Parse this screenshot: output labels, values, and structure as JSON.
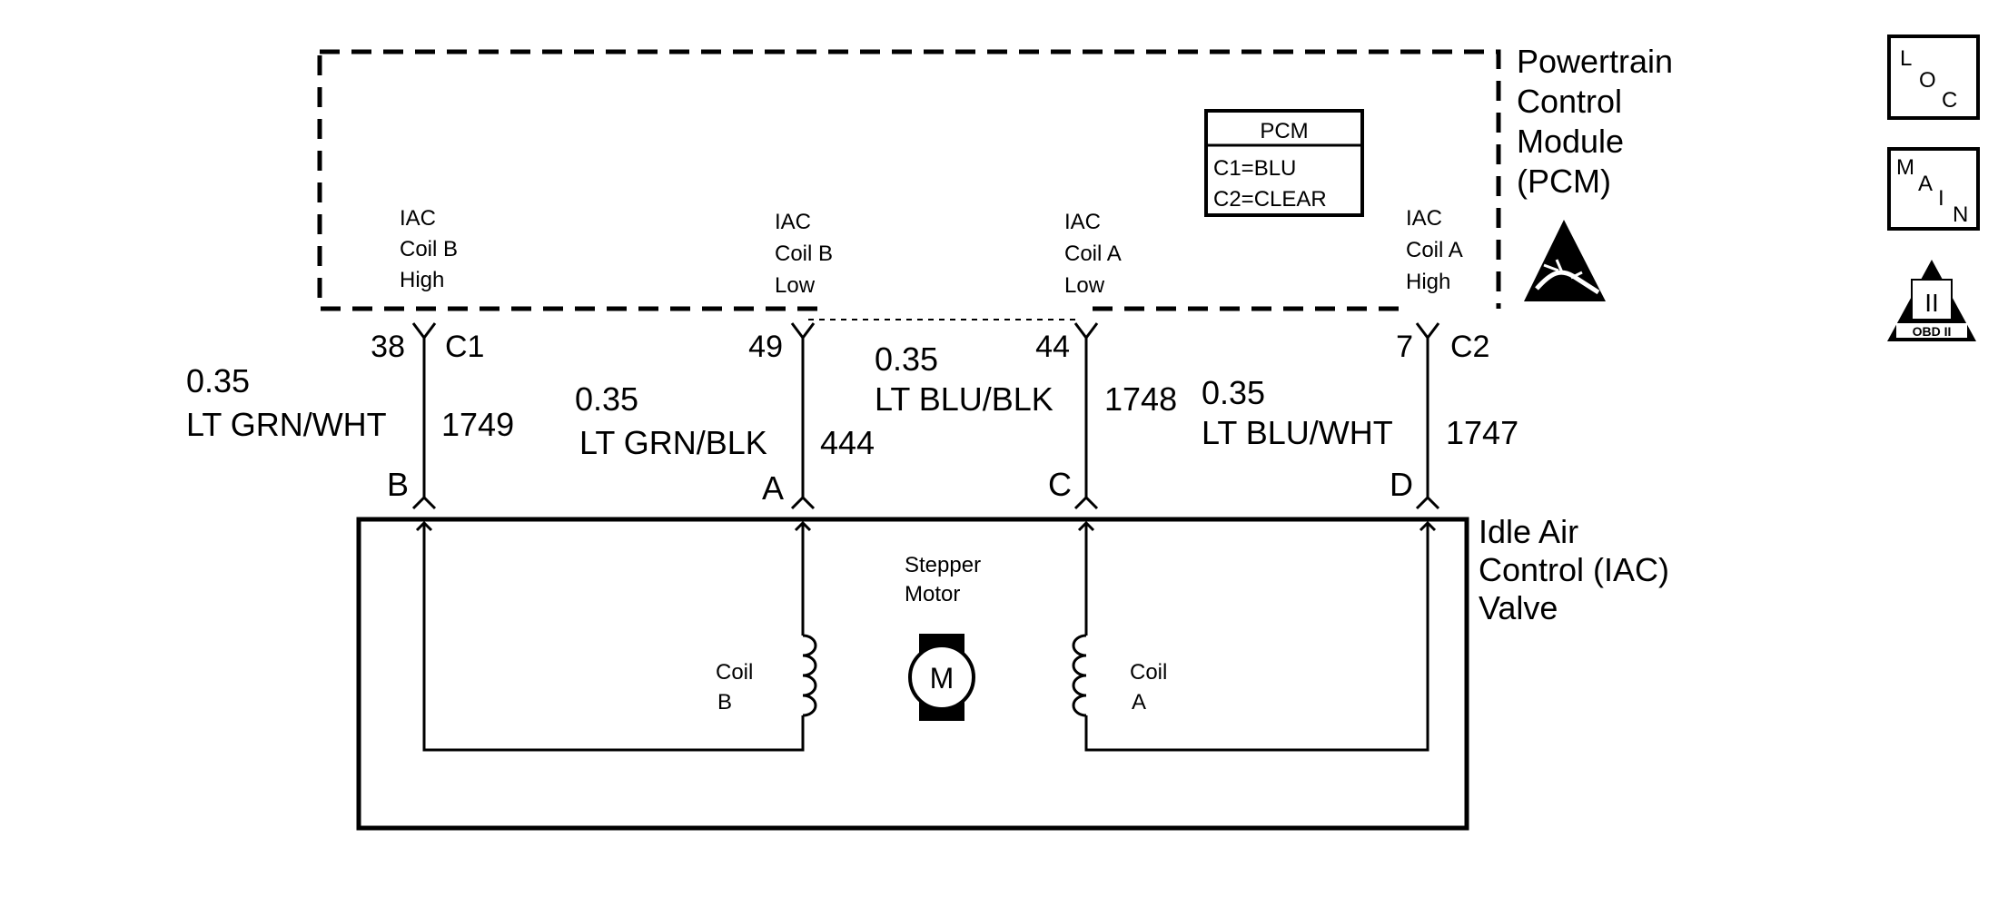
{
  "pcm": {
    "title_lines": [
      "Powertrain",
      "Control",
      "Module",
      "(PCM)"
    ],
    "box_header": "PCM",
    "box_line1": "C1=BLU",
    "box_line2": "C2=CLEAR"
  },
  "iac": {
    "title_lines": [
      "Idle Air",
      "Control (IAC)",
      "Valve"
    ],
    "motor_label_lines": [
      "Stepper",
      "Motor"
    ],
    "motor_symbol": "M",
    "coil_b_lines": [
      "Coil",
      "B"
    ],
    "coil_a_lines": [
      "Coil",
      "A"
    ]
  },
  "circuits": [
    {
      "func_lines": [
        "IAC",
        "Coil B",
        "High"
      ],
      "pin": "38",
      "connector": "C1",
      "gauge": "0.35",
      "color": "LT GRN/WHT",
      "circuit": "1749",
      "valve_pin": "B"
    },
    {
      "func_lines": [
        "IAC",
        "Coil B",
        "Low"
      ],
      "pin": "49",
      "connector": "",
      "gauge": "0.35",
      "color": "LT GRN/BLK",
      "circuit": "444",
      "valve_pin": "A"
    },
    {
      "func_lines": [
        "IAC",
        "Coil A",
        "Low"
      ],
      "pin": "44",
      "connector": "",
      "gauge": "0.35",
      "color": "LT BLU/BLK",
      "circuit": "1748",
      "valve_pin": "C"
    },
    {
      "func_lines": [
        "IAC",
        "Coil A",
        "High"
      ],
      "pin": "7",
      "connector": "C2",
      "gauge": "0.35",
      "color": "LT BLU/WHT",
      "circuit": "1747",
      "valve_pin": "D"
    }
  ],
  "side_icons": {
    "loc": [
      "L",
      "O",
      "C"
    ],
    "main": [
      "M",
      "A",
      "I",
      "N"
    ],
    "obd": {
      "roman": "II",
      "text": "OBD II"
    },
    "esd_icon": "esd-sensitive-icon"
  }
}
